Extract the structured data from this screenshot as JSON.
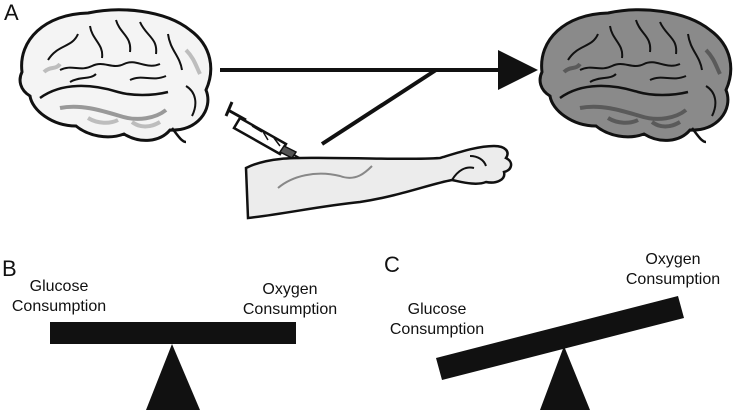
{
  "panels": {
    "a": {
      "label": "A"
    },
    "b": {
      "label": "B",
      "left_label": [
        "Glucose",
        "Consumption"
      ],
      "right_label": [
        "Oxygen",
        "Consumption"
      ]
    },
    "c": {
      "label": "C",
      "left_label": [
        "Glucose",
        "Consumption"
      ],
      "right_label": [
        "Oxygen",
        "Consumption"
      ]
    }
  },
  "colors": {
    "stroke": "#111111",
    "brain_left_fill": "#f4f4f4",
    "brain_left_shade": "#bdbdbd",
    "brain_right_fill": "#8a8a8a",
    "brain_right_shade": "#5a5a5a",
    "arm_fill": "#ececec"
  },
  "icons": [
    "brain-normal-icon",
    "brain-activated-icon",
    "syringe-icon",
    "arm-icon",
    "fulcrum-icon"
  ]
}
